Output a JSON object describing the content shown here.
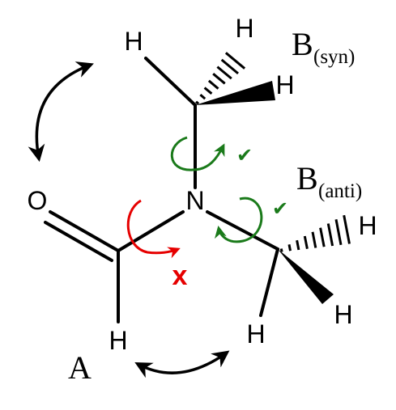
{
  "atoms": {
    "n": "N",
    "o": "O",
    "h_formyl": "H",
    "h_syn_top_left": "H",
    "h_syn_top_right": "H",
    "h_syn_right": "H",
    "h_anti_right": "H",
    "h_anti_bottom_right": "H",
    "h_anti_bottom": "H"
  },
  "labels": {
    "a_main": "A",
    "b_syn_main": "B",
    "b_syn_sub": "(syn)",
    "b_anti_main": "B",
    "b_anti_sub": "(anti)"
  },
  "marks": {
    "cross": "x",
    "check_syn": "✔",
    "check_anti": "✔"
  },
  "colors": {
    "bond": "#000000",
    "allowed_rotation": "#1a7a1a",
    "forbidden_rotation": "#e60000",
    "exchange_arrow": "#000000"
  }
}
